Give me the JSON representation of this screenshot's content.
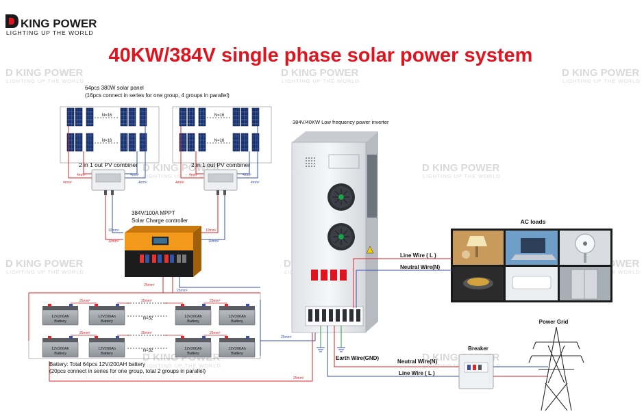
{
  "brand": {
    "name": "KING POWER",
    "name_with_d": "D KING POWER",
    "tagline": "LIGHTING UP THE WORLD"
  },
  "title": "40KW/384V single  phase solar power system",
  "solar": {
    "desc_line1": "64pcs 380W solar panel",
    "desc_line2": "(16pcs connect in series for one group, 4 groups in parallel)",
    "series_label": "N=16",
    "combiner_label": "2 in 1 out PV combiner",
    "wire_4mm": "4mm²",
    "wire_10mm": "10mm²"
  },
  "controller": {
    "label_line1": "384V/100A MPPT",
    "label_line2": "Solar Charge controller"
  },
  "inverter": {
    "label": "384V/40KW Low frequency power inverter"
  },
  "battery": {
    "cell_line1": "12V200Ah",
    "cell_line2": "Battery",
    "series_label": "N=32",
    "desc_line1": "Battery:  Total 64pcs 12V/200AH battery",
    "desc_line2": "(20pcs connect in series for one group, total 2 groups in parallel)",
    "wire_25mm": "25mm²"
  },
  "loads": {
    "title": "AC loads",
    "line_wire": "Line Wire ( L )",
    "neutral_wire": "Neutral Wire(N)",
    "earth_wire": "Earth Wire(GND)"
  },
  "grid": {
    "breaker": "Breaker",
    "power_grid": "Power Grid",
    "neutral_wire": "Neutral Wire(N)",
    "line_wire": "Line Wire ( L )"
  },
  "colors": {
    "title_red": "#e0141e",
    "wire_red": "#d8262a",
    "wire_blue": "#3a4ea8",
    "panel_blue": "#1f3a78",
    "controller_orange": "#f39a1c",
    "earth_green": "#2d9a47"
  }
}
